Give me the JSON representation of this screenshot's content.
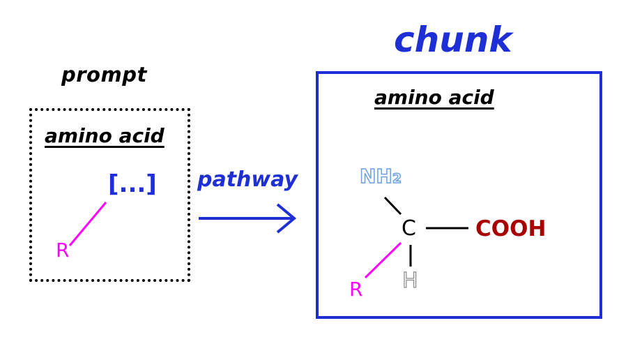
{
  "prompt": {
    "label": "prompt",
    "subtitle": "amino acid",
    "placeholder": "[...]",
    "r_group": "R"
  },
  "pathway": {
    "label": "pathway"
  },
  "chunk": {
    "title": "chunk",
    "subtitle": "amino acid",
    "amine_n": "NH",
    "amine_sub": "2",
    "center": "C",
    "carboxyl": "COOH",
    "hydrogen": "H",
    "r_group": "R"
  },
  "colors": {
    "accent_blue": "#1f2fd6",
    "r_group_magenta": "#ff00ff",
    "carboxyl_red": "#a80000",
    "amine_light_blue": "#6aa0e8",
    "hydrogen_gray": "#888888"
  }
}
